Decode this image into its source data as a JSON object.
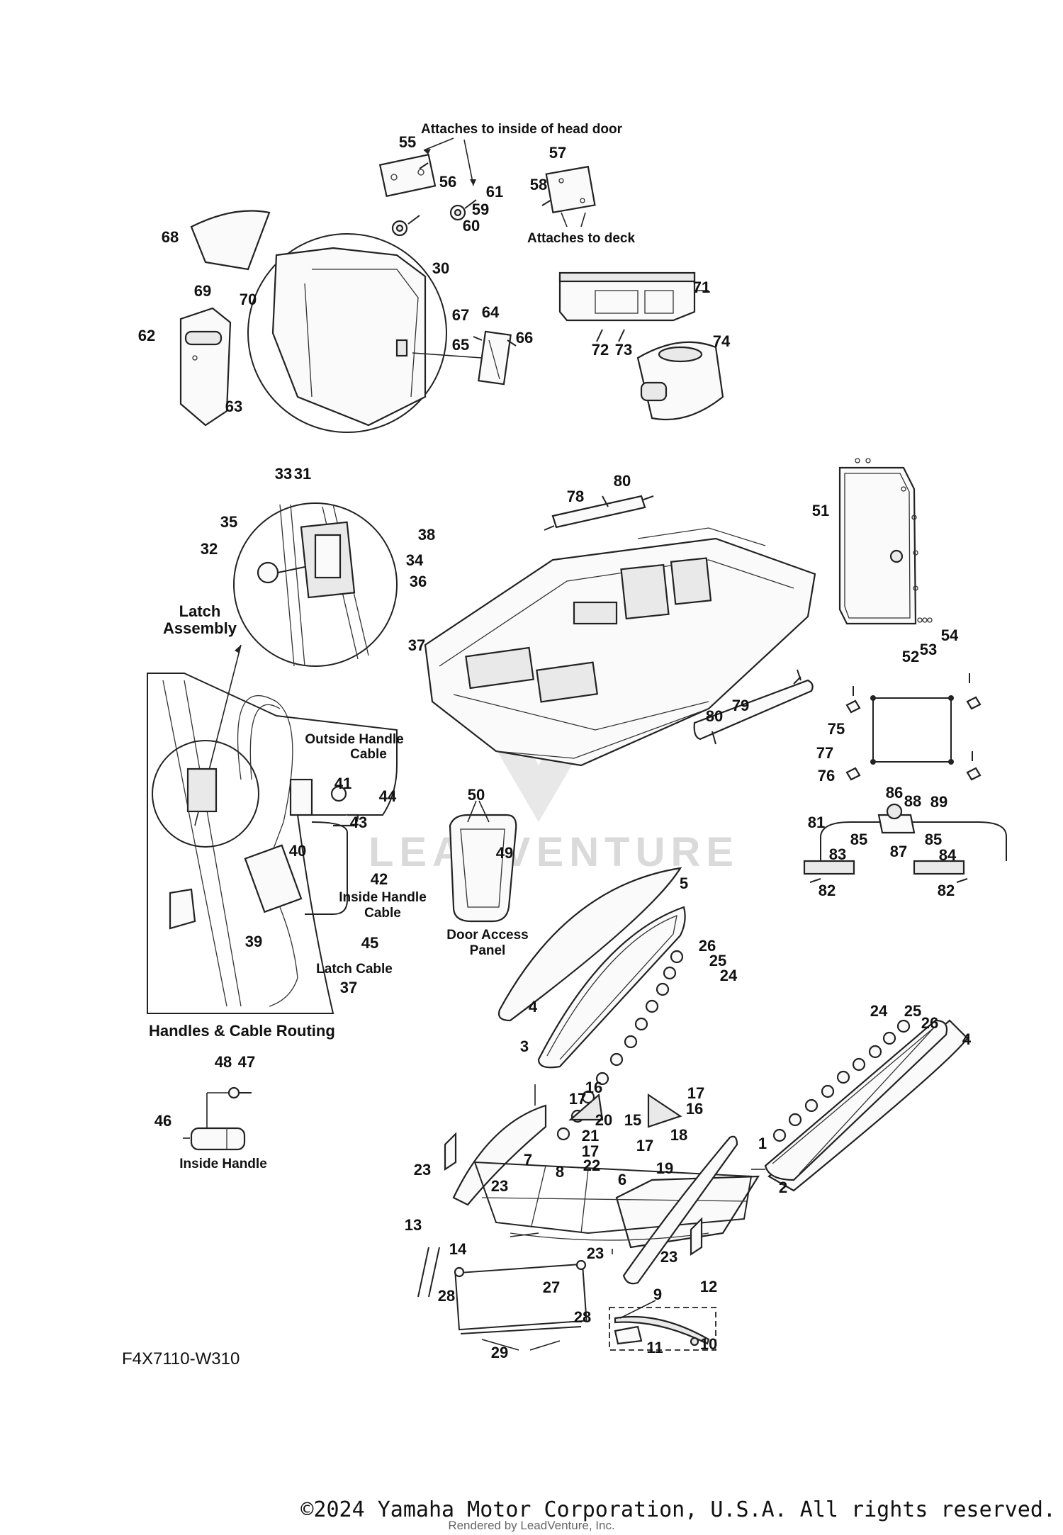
{
  "diagram_code": "F4X7110-W310",
  "copyright": "©2024 Yamaha Motor Corporation, U.S.A. All rights reserved.",
  "rendered_by": "Rendered by LeadVenture, Inc.",
  "watermark": "LEADVENTURE",
  "notes": {
    "head_door": "Attaches to inside of head door",
    "deck": "Attaches to deck",
    "latch_assembly_1": "Latch",
    "latch_assembly_2": "Assembly",
    "outside_handle_1": "Outside Handle",
    "outside_handle_2": "Cable",
    "inside_handle_cable_1": "Inside Handle",
    "inside_handle_cable_2": "Cable",
    "latch_cable": "Latch Cable",
    "handles_routing": "Handles & Cable Routing",
    "inside_handle": "Inside Handle",
    "door_access_1": "Door Access",
    "door_access_2": "Panel"
  },
  "callouts": [
    {
      "id": "c55",
      "label": "55"
    },
    {
      "id": "c56",
      "label": "56"
    },
    {
      "id": "c61",
      "label": "61"
    },
    {
      "id": "c59",
      "label": "59"
    },
    {
      "id": "c60",
      "label": "60"
    },
    {
      "id": "c57",
      "label": "57"
    },
    {
      "id": "c58",
      "label": "58"
    },
    {
      "id": "c68",
      "label": "68"
    },
    {
      "id": "c30",
      "label": "30"
    },
    {
      "id": "c69",
      "label": "69"
    },
    {
      "id": "c70",
      "label": "70"
    },
    {
      "id": "c62",
      "label": "62"
    },
    {
      "id": "c63",
      "label": "63"
    },
    {
      "id": "c67",
      "label": "67"
    },
    {
      "id": "c64",
      "label": "64"
    },
    {
      "id": "c65",
      "label": "65"
    },
    {
      "id": "c66",
      "label": "66"
    },
    {
      "id": "c71",
      "label": "71"
    },
    {
      "id": "c72",
      "label": "72"
    },
    {
      "id": "c73",
      "label": "73"
    },
    {
      "id": "c74",
      "label": "74"
    },
    {
      "id": "c33",
      "label": "33"
    },
    {
      "id": "c31",
      "label": "31"
    },
    {
      "id": "c35",
      "label": "35"
    },
    {
      "id": "c32",
      "label": "32"
    },
    {
      "id": "c38",
      "label": "38"
    },
    {
      "id": "c34",
      "label": "34"
    },
    {
      "id": "c36",
      "label": "36"
    },
    {
      "id": "c37a",
      "label": "37"
    },
    {
      "id": "c78",
      "label": "78"
    },
    {
      "id": "c80a",
      "label": "80"
    },
    {
      "id": "c51",
      "label": "51"
    },
    {
      "id": "c52",
      "label": "52"
    },
    {
      "id": "c53",
      "label": "53"
    },
    {
      "id": "c54",
      "label": "54"
    },
    {
      "id": "c41",
      "label": "41"
    },
    {
      "id": "c44",
      "label": "44"
    },
    {
      "id": "c43",
      "label": "43"
    },
    {
      "id": "c40",
      "label": "40"
    },
    {
      "id": "c42",
      "label": "42"
    },
    {
      "id": "c39",
      "label": "39"
    },
    {
      "id": "c45",
      "label": "45"
    },
    {
      "id": "c37b",
      "label": "37"
    },
    {
      "id": "c80b",
      "label": "80"
    },
    {
      "id": "c79",
      "label": "79"
    },
    {
      "id": "c75",
      "label": "75"
    },
    {
      "id": "c77",
      "label": "77"
    },
    {
      "id": "c76",
      "label": "76"
    },
    {
      "id": "c86",
      "label": "86"
    },
    {
      "id": "c88",
      "label": "88"
    },
    {
      "id": "c89",
      "label": "89"
    },
    {
      "id": "c81",
      "label": "81"
    },
    {
      "id": "c85a",
      "label": "85"
    },
    {
      "id": "c85b",
      "label": "85"
    },
    {
      "id": "c87",
      "label": "87"
    },
    {
      "id": "c83",
      "label": "83"
    },
    {
      "id": "c84",
      "label": "84"
    },
    {
      "id": "c82a",
      "label": "82"
    },
    {
      "id": "c82b",
      "label": "82"
    },
    {
      "id": "c50",
      "label": "50"
    },
    {
      "id": "c49",
      "label": "49"
    },
    {
      "id": "c5",
      "label": "5"
    },
    {
      "id": "c26a",
      "label": "26"
    },
    {
      "id": "c25a",
      "label": "25"
    },
    {
      "id": "c24a",
      "label": "24"
    },
    {
      "id": "c4a",
      "label": "4"
    },
    {
      "id": "c3",
      "label": "3"
    },
    {
      "id": "c24b",
      "label": "24"
    },
    {
      "id": "c25b",
      "label": "25"
    },
    {
      "id": "c26b",
      "label": "26"
    },
    {
      "id": "c4b",
      "label": "4"
    },
    {
      "id": "c48",
      "label": "48"
    },
    {
      "id": "c47",
      "label": "47"
    },
    {
      "id": "c46",
      "label": "46"
    },
    {
      "id": "c17a",
      "label": "17"
    },
    {
      "id": "c16a",
      "label": "16"
    },
    {
      "id": "c20",
      "label": "20"
    },
    {
      "id": "c21",
      "label": "21"
    },
    {
      "id": "c17b",
      "label": "17"
    },
    {
      "id": "c22",
      "label": "22"
    },
    {
      "id": "c15",
      "label": "15"
    },
    {
      "id": "c17c",
      "label": "17"
    },
    {
      "id": "c16b",
      "label": "16"
    },
    {
      "id": "c18",
      "label": "18"
    },
    {
      "id": "c17d",
      "label": "17"
    },
    {
      "id": "c19",
      "label": "19"
    },
    {
      "id": "c1",
      "label": "1"
    },
    {
      "id": "c2",
      "label": "2"
    },
    {
      "id": "c23a",
      "label": "23"
    },
    {
      "id": "c7",
      "label": "7"
    },
    {
      "id": "c8",
      "label": "8"
    },
    {
      "id": "c6",
      "label": "6"
    },
    {
      "id": "c23b",
      "label": "23"
    },
    {
      "id": "c13",
      "label": "13"
    },
    {
      "id": "c14",
      "label": "14"
    },
    {
      "id": "c23c",
      "label": "23"
    },
    {
      "id": "c23d",
      "label": "23"
    },
    {
      "id": "c27",
      "label": "27"
    },
    {
      "id": "c12",
      "label": "12"
    },
    {
      "id": "c9",
      "label": "9"
    },
    {
      "id": "c28a",
      "label": "28"
    },
    {
      "id": "c28b",
      "label": "28"
    },
    {
      "id": "c11",
      "label": "11"
    },
    {
      "id": "c10",
      "label": "10"
    },
    {
      "id": "c29",
      "label": "29"
    }
  ]
}
